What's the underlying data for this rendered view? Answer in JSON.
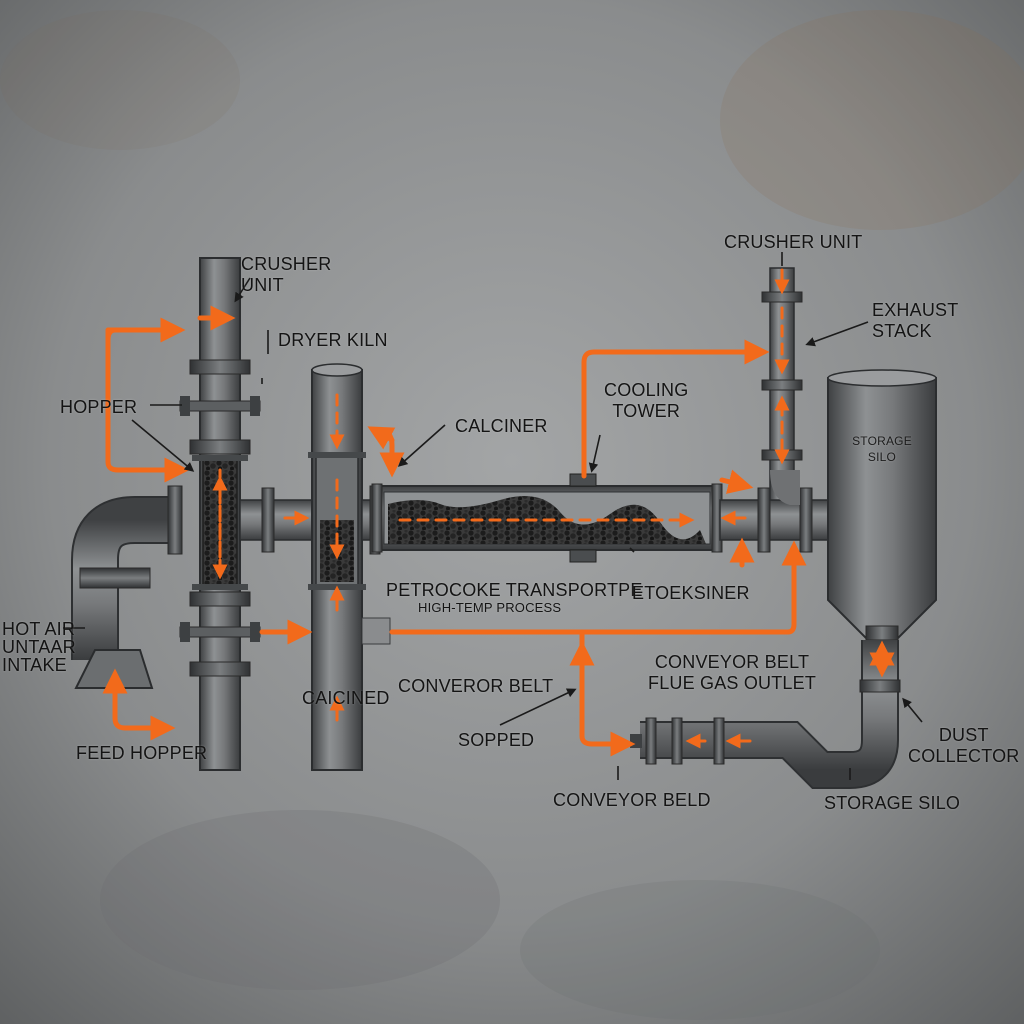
{
  "labels": {
    "crusher_unit_left": [
      "CRUSHER",
      "UNIT"
    ],
    "dryer_kiln": "DRYER KILN",
    "hopper": "HOPPER",
    "calciner": "CALCINER",
    "cooling_tower": [
      "COOLING",
      "TOWER"
    ],
    "crusher_unit_right": "CRUSHER UNIT",
    "exhaust_stack": [
      "EXHAUST",
      "STACK"
    ],
    "storage_silo_tank": [
      "STORAGE",
      "SILO"
    ],
    "hot_air_intake": [
      "HOT AIR",
      "UNTAAR",
      "INTAKE"
    ],
    "petrocoke_transport": "PETROCOKE TRANSPORTPE",
    "high_temp_process": "HIGH-TEMP PROCESS",
    "etoeksiner": "ETOEKSINER",
    "caicined": "CAICINED",
    "converor_belt": "CONVEROR BELT",
    "feed_hopper": "FEED HOPPER",
    "sopped": "SOPPED",
    "conveyor_belt": "CONVEYOR BELT",
    "flue_gas_outlet": "FLUE GAS OUTLET",
    "dust_collector": [
      "DUST",
      "COLLECTOR"
    ],
    "storage_silo_bottom": "STORAGE SILO",
    "conveyor_beld": "CONVEYOR BELD"
  },
  "colors": {
    "flow_arrow": "#f26a1b",
    "pipe": "#6f7173",
    "label_text": "#141414",
    "background": "#8d8f90",
    "coke_material": "#2a2a2a"
  }
}
